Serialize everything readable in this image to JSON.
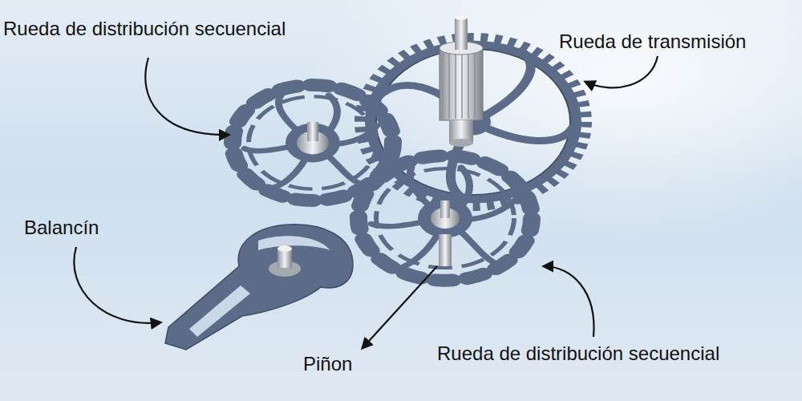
{
  "diagram": {
    "labels": [
      "Rueda de distribución secuencial",
      "Rueda de transmisión",
      "Balancín",
      "Piñon",
      "Rueda de distribución secuencial"
    ]
  }
}
